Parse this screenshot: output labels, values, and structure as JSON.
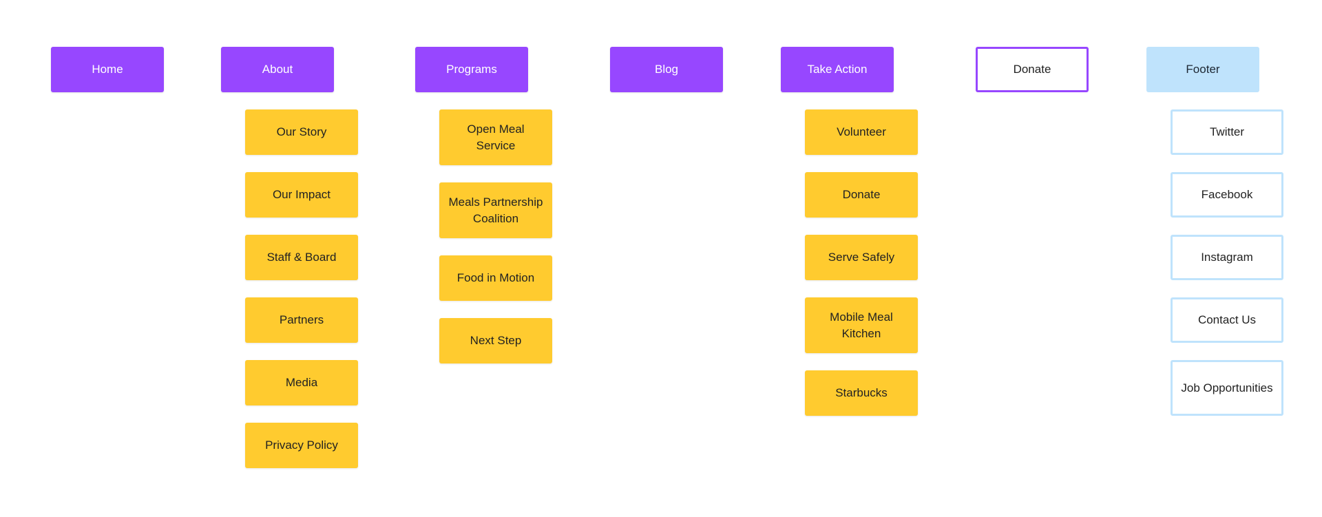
{
  "columns": [
    {
      "label": "Home",
      "children": []
    },
    {
      "label": "About",
      "children": [
        "Our Story",
        "Our Impact",
        "Staff & Board",
        "Partners",
        "Media",
        "Privacy Policy"
      ]
    },
    {
      "label": "Programs",
      "children": [
        "Open Meal Service",
        "Meals Partnership Coalition",
        "Food in Motion",
        "Next Step"
      ]
    },
    {
      "label": "Blog",
      "children": []
    },
    {
      "label": "Take Action",
      "children": [
        "Volunteer",
        "Donate",
        "Serve Safely",
        "Mobile Meal Kitchen",
        "Starbucks"
      ]
    },
    {
      "label": "Donate",
      "children": []
    },
    {
      "label": "Footer",
      "children": [
        "Twitter",
        "Facebook",
        "Instagram",
        "Contact Us",
        "Job Opportunities"
      ]
    }
  ],
  "colors": {
    "nav_primary": "#9747ff",
    "nav_outline_border": "#9747ff",
    "footer_header": "#bfe3fc",
    "subpage": "#ffcb2f",
    "footer_link_border": "#bfe3fc"
  }
}
